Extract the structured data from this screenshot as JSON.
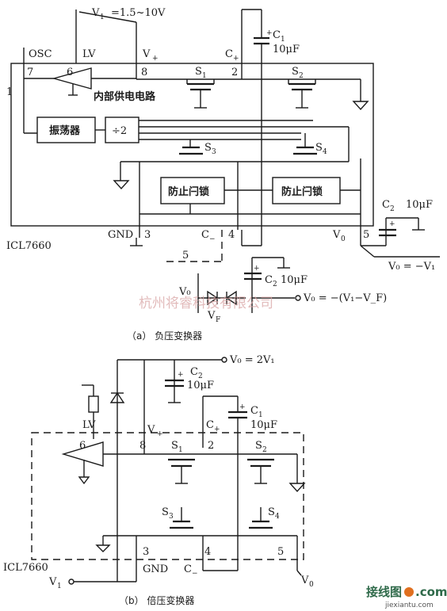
{
  "diagram_a": {
    "v1_label": "V",
    "v1_sub": "1",
    "v1_range": "=1.5~10V",
    "osc": "OSC",
    "lv": "LV",
    "vplus": "V",
    "vplus_sub": "+",
    "cplus": "C",
    "cplus_sub": "+",
    "c1": "C",
    "c1_sub": "1",
    "c1_val": "10μF",
    "pin1": "1",
    "pin2": "2",
    "pin3": "3",
    "pin4": "4",
    "pin5": "5",
    "pin6": "6",
    "pin7": "7",
    "pin8": "8",
    "supply": "内部供电电路",
    "s1": "S",
    "s1_sub": "1",
    "s2": "S",
    "s2_sub": "2",
    "s3": "S",
    "s3_sub": "3",
    "s4": "S",
    "s4_sub": "4",
    "oscillator": "振荡器",
    "divider": "÷2",
    "latch1": "防止闩锁",
    "latch2": "防止闩锁",
    "c2": "C",
    "c2_sub": "2",
    "c2_val": "10μF",
    "chip": "ICL7660",
    "gnd": "GND",
    "cminus": "C",
    "cminus_sub": "−",
    "vo": "V",
    "vo_sub": "0",
    "vo_eq": "V₀ = −V₁",
    "alt_pin5": "5",
    "alt_vo": "V₀",
    "alt_c2": "C",
    "alt_c2_sub": "2",
    "alt_c2_val": "10μF",
    "alt_vf": "V",
    "alt_vf_sub": "F",
    "alt_eq": "V₀ = −(V₁−V_F)",
    "caption": "（a）  负压变换器"
  },
  "diagram_b": {
    "vo_eq": "V₀ = 2V₁",
    "c2": "C",
    "c2_sub": "2",
    "c2_val": "10μF",
    "c1": "C",
    "c1_sub": "1",
    "c1_val": "10μF",
    "lv": "LV",
    "vplus": "V",
    "vplus_sub": "+",
    "cplus": "C",
    "cplus_sub": "+",
    "pin6": "6",
    "pin8": "8",
    "pin2": "2",
    "s1": "S",
    "s1_sub": "1",
    "s2": "S",
    "s2_sub": "2",
    "s3": "S",
    "s3_sub": "3",
    "s4": "S",
    "s4_sub": "4",
    "pin3": "3",
    "pin4": "4",
    "pin5": "5",
    "chip": "ICL7660",
    "gnd": "GND",
    "cminus": "C",
    "cminus_sub": "−",
    "v1": "V",
    "v1_sub": "1",
    "vo": "V",
    "vo_sub": "0",
    "caption": "（b）  倍压变换器"
  },
  "watermark": "杭州将睿科技有限公司",
  "logo_text": "接线图",
  "logo_com": ".com",
  "logo_url": "jiexiantu.com"
}
